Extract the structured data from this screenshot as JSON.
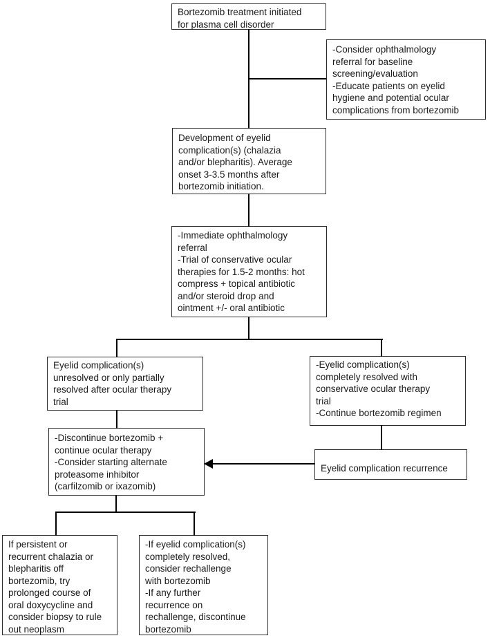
{
  "diagram": {
    "type": "flowchart",
    "topic": "Management of bortezomib-associated eyelid complications",
    "colors": {
      "background": "#ffffff",
      "box_border": "#2b2b2b",
      "connector": "#000000",
      "text": "#1a1a1a"
    },
    "nodes": {
      "start": {
        "text": "Bortezomib treatment initiated\nfor plasma cell disorder"
      },
      "baseline": {
        "text": "-Consider ophthalmology\nreferral for baseline\nscreening/evaluation\n-Educate patients on eyelid\nhygiene and potential ocular\ncomplications from bortezomib"
      },
      "development": {
        "text": "Development of eyelid\ncomplication(s) (chalazia\nand/or blepharitis). Average\nonset 3-3.5 months after\nbortezomib initiation."
      },
      "conservative": {
        "text": "-Immediate ophthalmology\nreferral\n-Trial of conservative ocular\ntherapies for 1.5-2 months: hot\ncompress + topical antibiotic\nand/or steroid drop and\nointment +/- oral antibiotic"
      },
      "unresolved": {
        "text": "Eyelid complication(s)\nunresolved or only partially\nresolved after ocular therapy\ntrial"
      },
      "resolved": {
        "text": "-Eyelid complication(s)\ncompletely resolved with\nconservative ocular therapy\ntrial\n-Continue bortezomib regimen"
      },
      "discontinue": {
        "text": "-Discontinue bortezomib +\ncontinue ocular therapy\n-Consider starting alternate\nproteasome inhibitor\n(carfilzomib or ixazomib)"
      },
      "recurrence": {
        "text": "Eyelid complication recurrence"
      },
      "persistent": {
        "text": "If persistent or\nrecurrent chalazia or\nblepharitis off\nbortezomib, try\nprolonged course of\noral doxycycline and\nconsider biopsy to rule\nout neoplasm"
      },
      "rechallenge": {
        "text": "-If eyelid complication(s)\ncompletely resolved,\nconsider rechallenge\nwith bortezomib\n-If any further\nrecurrence on\nrechallenge, discontinue\nbortezomib"
      }
    },
    "edges": [
      {
        "from": "start",
        "to": "development",
        "arrow": false
      },
      {
        "from": "start",
        "to": "baseline",
        "arrow": false
      },
      {
        "from": "development",
        "to": "conservative",
        "arrow": false
      },
      {
        "from": "conservative",
        "to": "unresolved",
        "arrow": false
      },
      {
        "from": "conservative",
        "to": "resolved",
        "arrow": false
      },
      {
        "from": "unresolved",
        "to": "discontinue",
        "arrow": false
      },
      {
        "from": "resolved",
        "to": "recurrence",
        "arrow": false
      },
      {
        "from": "recurrence",
        "to": "discontinue",
        "arrow": true
      },
      {
        "from": "discontinue",
        "to": "persistent",
        "arrow": false
      },
      {
        "from": "discontinue",
        "to": "rechallenge",
        "arrow": false
      }
    ]
  }
}
